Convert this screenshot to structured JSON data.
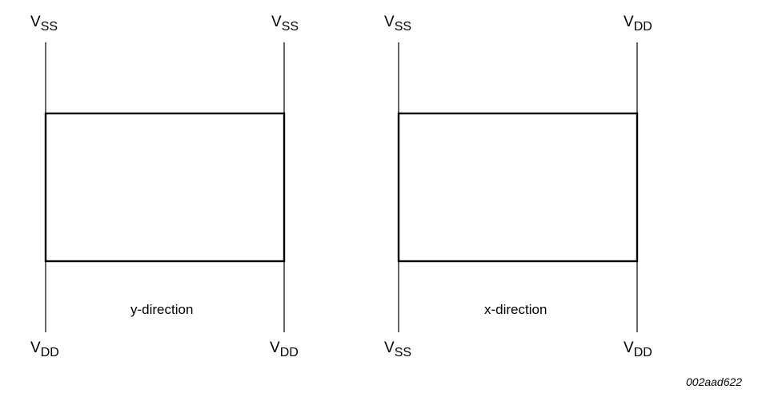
{
  "left_panel": {
    "top_left": {
      "main": "V",
      "sub": "SS"
    },
    "top_right": {
      "main": "V",
      "sub": "SS"
    },
    "bottom_left": {
      "main": "V",
      "sub": "DD"
    },
    "bottom_right": {
      "main": "V",
      "sub": "DD"
    },
    "direction": "y-direction"
  },
  "right_panel": {
    "top_left": {
      "main": "V",
      "sub": "SS"
    },
    "top_right": {
      "main": "V",
      "sub": "DD"
    },
    "bottom_left": {
      "main": "V",
      "sub": "SS"
    },
    "bottom_right": {
      "main": "V",
      "sub": "DD"
    },
    "direction": "x-direction"
  },
  "figure_id": "002aad622"
}
